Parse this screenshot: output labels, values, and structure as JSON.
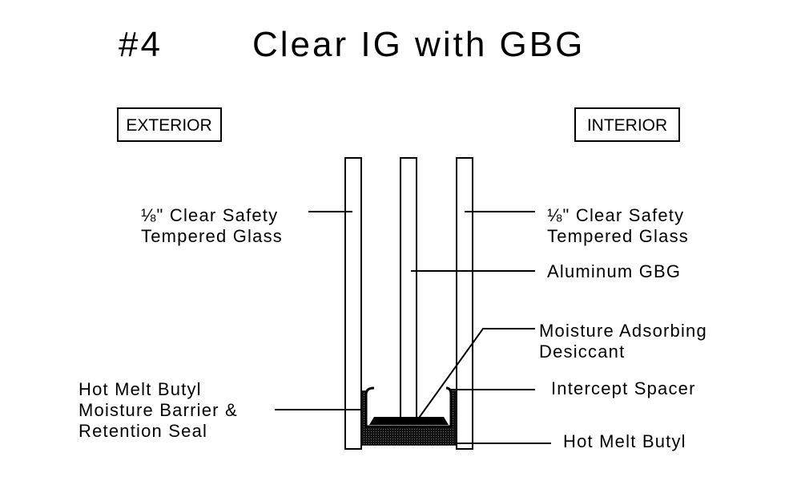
{
  "title": {
    "number": "#4",
    "text": "Clear IG with GBG"
  },
  "sides": {
    "exterior": "EXTERIOR",
    "interior": "INTERIOR"
  },
  "labels": {
    "left_glass": [
      "⅛\" Clear Safety",
      "Tempered Glass"
    ],
    "right_glass": [
      "⅛\" Clear Safety",
      "Tempered Glass"
    ],
    "gbg": "Aluminum GBG",
    "desiccant": [
      "Moisture Adsorbing",
      "Desiccant"
    ],
    "spacer": "Intercept Spacer",
    "butyl": "Hot Melt Butyl",
    "seal": [
      "Hot Melt Butyl",
      "Moisture Barrier &",
      "Retention Seal"
    ]
  },
  "colors": {
    "line": "#000000",
    "background": "#ffffff"
  }
}
